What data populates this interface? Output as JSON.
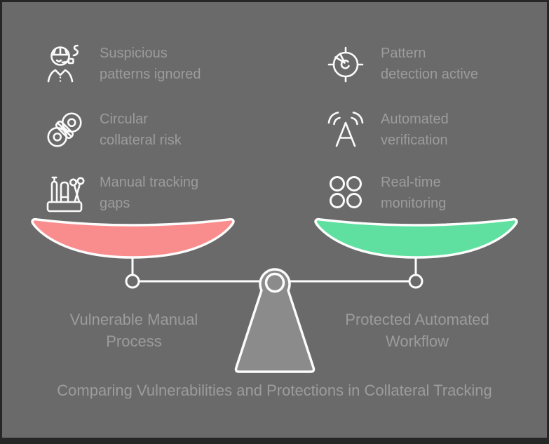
{
  "comparison": {
    "left": {
      "title": "Vulnerable Manual\nProcess",
      "pan_color": "#F98C8C",
      "items": [
        {
          "icon": "detective-icon",
          "label": "Suspicious\npatterns ignored"
        },
        {
          "icon": "rope-coil-icon",
          "label": "Circular\ncollateral risk"
        },
        {
          "icon": "stationery-cup-icon",
          "label": "Manual tracking\ngaps"
        }
      ]
    },
    "right": {
      "title": "Protected Automated\nWorkflow",
      "pan_color": "#5FE0A1",
      "items": [
        {
          "icon": "radar-detection-icon",
          "label": "Pattern\ndetection active"
        },
        {
          "icon": "signal-verification-icon",
          "label": "Automated\nverification"
        },
        {
          "icon": "monitoring-dots-icon",
          "label": "Real-time\nmonitoring"
        }
      ]
    },
    "caption": "Comparing Vulnerabilities and Protections in Collateral Tracking"
  },
  "colors": {
    "background": "#6a6a6a",
    "frame": "#262626",
    "left_pan": "#F98C8C",
    "right_pan": "#5FE0A1",
    "line_white": "#fcfcfc",
    "fulcrum_gray": "#8b8b8b",
    "text_gray": "#9c9c9c"
  }
}
